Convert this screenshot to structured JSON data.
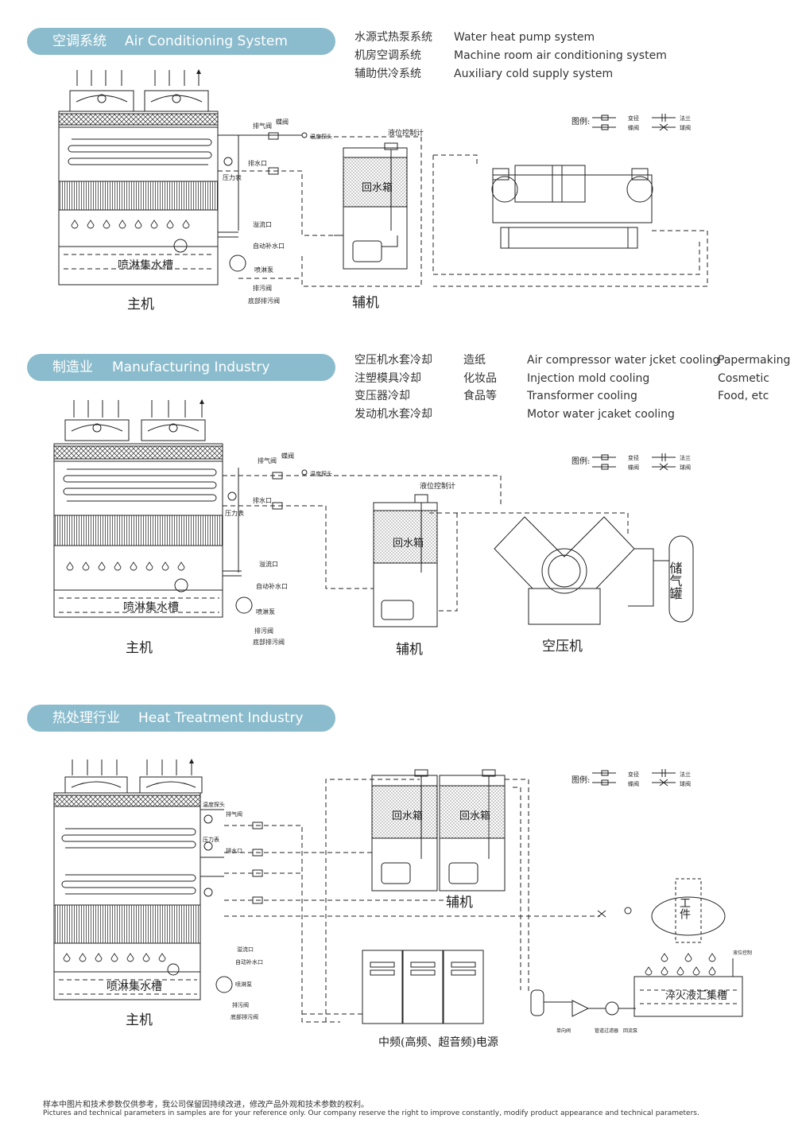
{
  "sections": [
    {
      "title_zh": "空调系统",
      "title_en": "Air Conditioning System",
      "apps_zh": [
        "水源式热泵系统",
        "机房空调系统",
        "辅助供冷系统"
      ],
      "apps_en": [
        "Water heat pump system",
        "Machine room air conditioning system",
        "Auxiliary cold supply system"
      ],
      "labels": {
        "main_unit": "主机",
        "aux_unit": "辅机",
        "return_tank": "回水箱",
        "level_ctrl": "液位控制计",
        "spray_basin": "喷淋集水槽",
        "vent_valve": "排气阀",
        "butterfly_valve": "蝶阀",
        "temp_probe": "温度探头",
        "drain_port": "排水口",
        "pressure_gauge": "压力表",
        "overflow": "溢流口",
        "auto_fill": "自动补水口",
        "spray_pump": "喷淋泵",
        "drain_valve": "排污阀",
        "bottom_drain": "底部排污阀",
        "legend_title": "图例:",
        "legend_reducer": "变径",
        "legend_butterfly": "蝶阀",
        "legend_flange": "法兰",
        "legend_ball": "球阀"
      }
    },
    {
      "title_zh": "制造业",
      "title_en": "Manufacturing Industry",
      "apps_zh_a": [
        "空压机水套冷却",
        "注塑模具冷却",
        "变压器冷却",
        "发动机水套冷却"
      ],
      "apps_zh_b": [
        "造纸",
        "化妆品",
        "食品等"
      ],
      "apps_en_a": [
        "Air compressor water jcket cooling",
        "Injection mold cooling",
        "Transformer cooling",
        "Motor water jcaket cooling"
      ],
      "apps_en_b": [
        "Papermaking",
        "Cosmetic",
        "Food, etc"
      ],
      "labels": {
        "main_unit": "主机",
        "aux_unit": "辅机",
        "compressor": "空压机",
        "storage_tank": "储气罐",
        "return_tank": "回水箱",
        "level_ctrl": "液位控制计",
        "spray_basin": "喷淋集水槽",
        "vent_valve": "排气阀",
        "butterfly_valve": "蝶阀",
        "temp_probe": "温度探头",
        "drain_port": "排水口",
        "pressure_gauge": "压力表",
        "overflow": "溢流口",
        "auto_fill": "自动补水口",
        "spray_pump": "喷淋泵",
        "drain_valve": "排污阀",
        "bottom_drain": "底部排污阀",
        "legend_title": "图例:",
        "legend_reducer": "变径",
        "legend_butterfly": "蝶阀",
        "legend_flange": "法兰",
        "legend_ball": "球阀"
      }
    },
    {
      "title_zh": "热处理行业",
      "title_en": "Heat Treatment Industry",
      "labels": {
        "main_unit": "主机",
        "aux_unit": "辅机",
        "return_tank": "回水箱",
        "workpiece": "工件",
        "quench_basin": "淬火液汇集槽",
        "power_supply": "中频(高频、超音频)电源",
        "spray_basin": "喷淋集水槽",
        "temp_probe": "温度探头",
        "vent_valve": "排气阀",
        "pressure_gauge": "压力表",
        "drain_port": "排水口",
        "overflow": "溢流口",
        "auto_fill": "自动补水口",
        "spray_pump": "喷淋泵",
        "drain_valve": "排污阀",
        "bottom_drain": "底部排污阀",
        "filter": "单向阀",
        "strainer": "管道过滤器",
        "pump": "回流泵",
        "level": "液位控制",
        "legend_title": "图例:",
        "legend_reducer": "变径",
        "legend_butterfly": "蝶阀",
        "legend_flange": "法兰",
        "legend_ball": "球阀"
      }
    }
  ],
  "footer": {
    "zh": "样本中图片和技术参数仅供参考，我公司保留因持续改进，修改产品外观和技术参数的权利。",
    "en": "Pictures and technical parameters in samples are for your reference only. Our company reserve the right to improve constantly, modify product appearance and technical parameters."
  },
  "colors": {
    "pill": "#8bbccd",
    "line": "#222222"
  }
}
